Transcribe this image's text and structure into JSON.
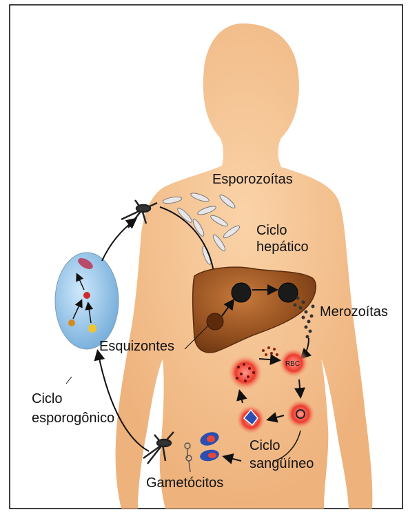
{
  "labels": {
    "esporozoitas": "Esporozoítas",
    "ciclo_hepatico_1": "Ciclo",
    "ciclo_hepatico_2": "hepático",
    "merozoitas": "Merozoítas",
    "esquizontes": "Esquizontes",
    "rbc": "RBC",
    "ciclo_sanguineo_1": "Ciclo",
    "ciclo_sanguineo_2": "sangüíneo",
    "gametocitos": "Gametócitos",
    "ciclo_esporogonico_1": "Ciclo",
    "ciclo_esporogonico_2": "esporogônico"
  },
  "colors": {
    "skin": "#f5c391",
    "liver": "#8a4a1c",
    "blood_glow": "#e8322a",
    "oval": "#8ec4ea",
    "frame": "#000000"
  },
  "icons": [
    "mosquito-icon",
    "sporozoite-icon",
    "red-blood-cell-icon",
    "gametocyte-icon"
  ]
}
